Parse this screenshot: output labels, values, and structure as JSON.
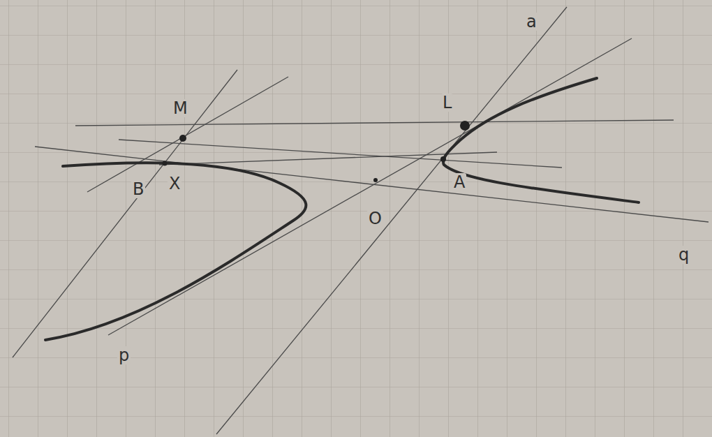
{
  "diagram": {
    "labels": [
      "M",
      "L",
      "B",
      "X",
      "O",
      "A",
      "p",
      "q",
      "a"
    ]
  }
}
